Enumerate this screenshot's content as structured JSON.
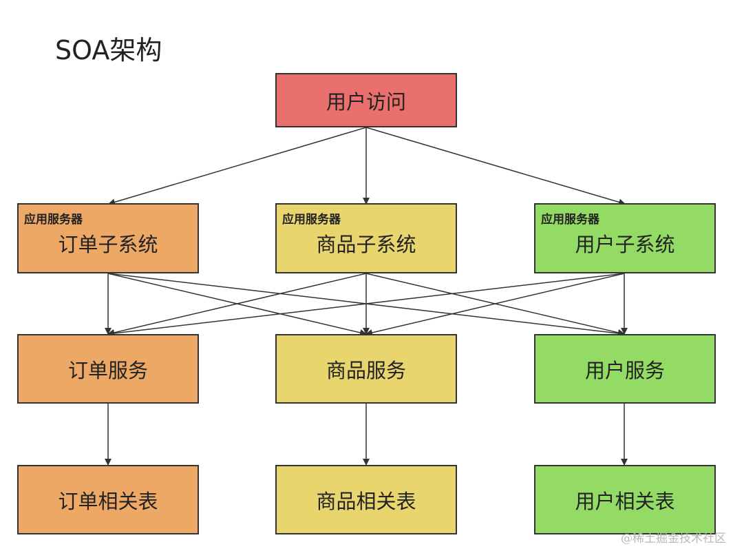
{
  "title": "SOA架构",
  "colors": {
    "user_access": "#e9706c",
    "order": "#eea866",
    "product": "#e8d56e",
    "user": "#94db65",
    "border": "#333333",
    "arrow": "#333333"
  },
  "top": {
    "label": "用户访问"
  },
  "app_caption": "应用服务器",
  "subsystems": [
    {
      "label": "订单子系统"
    },
    {
      "label": "商品子系统"
    },
    {
      "label": "用户子系统"
    }
  ],
  "services": [
    {
      "label": "订单服务"
    },
    {
      "label": "商品服务"
    },
    {
      "label": "用户服务"
    }
  ],
  "tables": [
    {
      "label": "订单相关表"
    },
    {
      "label": "商品相关表"
    },
    {
      "label": "用户相关表"
    }
  ],
  "watermark": "@稀土掘金技术社区"
}
